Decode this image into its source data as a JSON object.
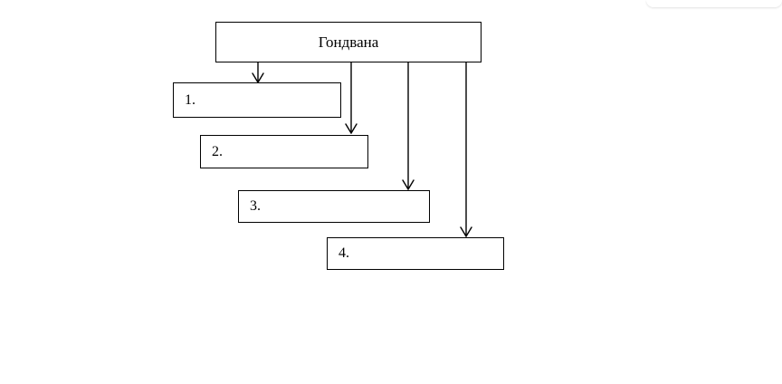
{
  "diagram": {
    "root": {
      "label": "Гондвана"
    },
    "items": [
      {
        "label": "1."
      },
      {
        "label": "2."
      },
      {
        "label": "3."
      },
      {
        "label": "4."
      }
    ]
  },
  "colors": {
    "line": "#000000",
    "background": "#ffffff"
  }
}
